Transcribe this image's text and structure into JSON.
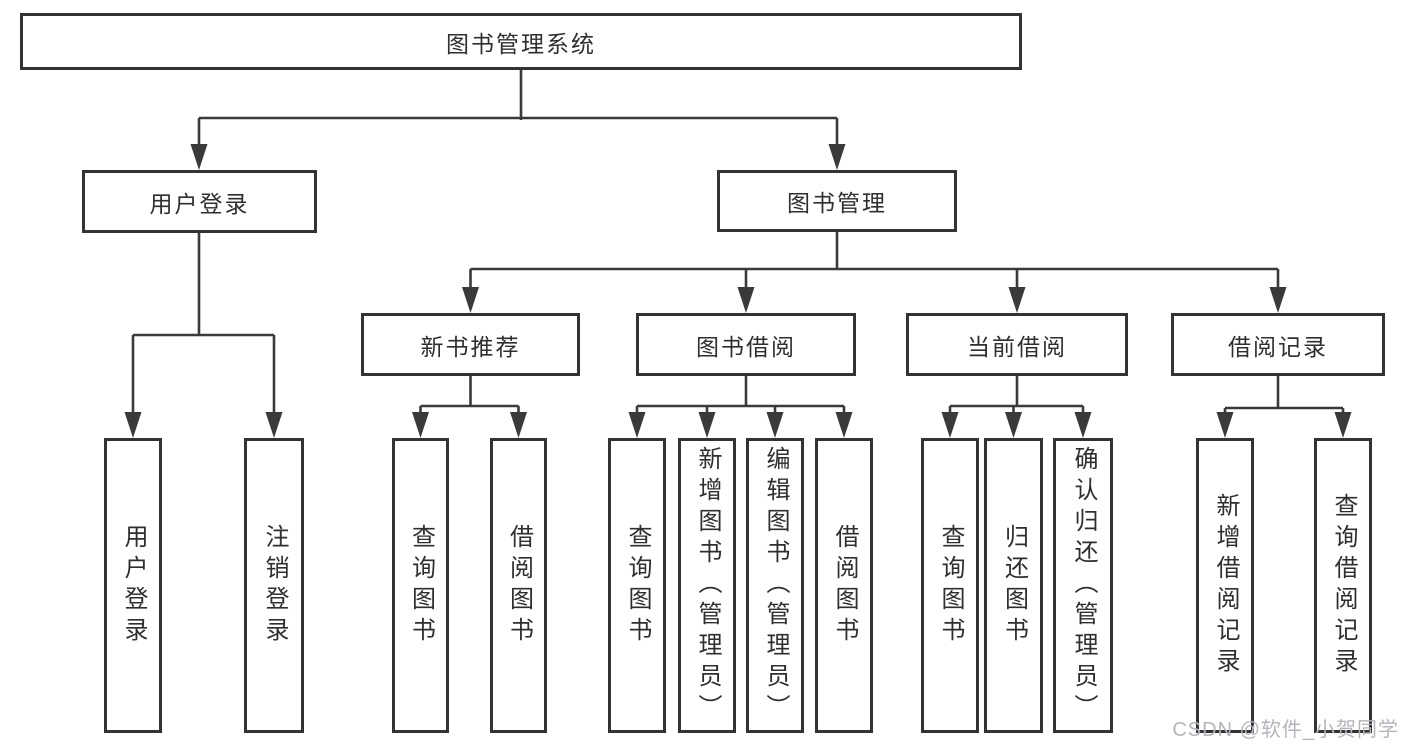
{
  "diagram": {
    "root": "图书管理系统",
    "level2": [
      "用户登录",
      "图书管理"
    ],
    "level3": [
      "新书推荐",
      "图书借阅",
      "当前借阅",
      "借阅记录"
    ],
    "level4": {
      "user_login": [
        "用户登录",
        "注销登录"
      ],
      "new_book": [
        "查询图书",
        "借阅图书"
      ],
      "book_borrow": [
        "查询图书",
        "新增图书（管理员）",
        "编辑图书（管理员）",
        "借阅图书"
      ],
      "current_borrow": [
        "查询图书",
        "归还图书",
        "确认归还（管理员）"
      ],
      "records": [
        "新增借阅记录",
        "查询借阅记录"
      ]
    }
  },
  "watermark": {
    "text": "CSDN @软件_小贺同学"
  },
  "colors": {
    "line": "#3a3a3a",
    "box_border": "#333333",
    "text": "#2f2f2f",
    "watermark": "#b2b5bb",
    "background": "#ffffff"
  }
}
